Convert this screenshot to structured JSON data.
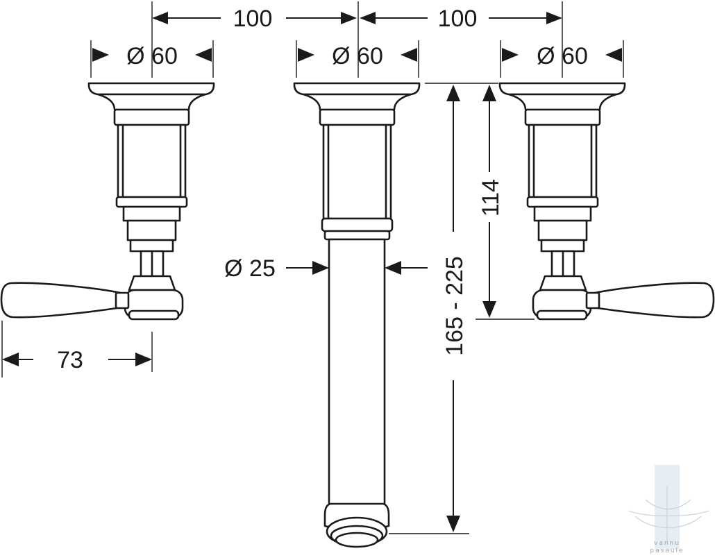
{
  "dimensions": {
    "spacing_left": "100",
    "spacing_right": "100",
    "dia_left": "Ø 60",
    "dia_center": "Ø 60",
    "dia_right": "Ø 60",
    "dia_spout": "Ø 25",
    "handle_reach": "73",
    "handle_height": "114",
    "spout_length": "165 - 225"
  },
  "watermark": {
    "text": "vannu pasaule"
  },
  "colors": {
    "line": "#1a1a1a",
    "background": "#ffffff",
    "watermark": "#c9d4dc"
  }
}
